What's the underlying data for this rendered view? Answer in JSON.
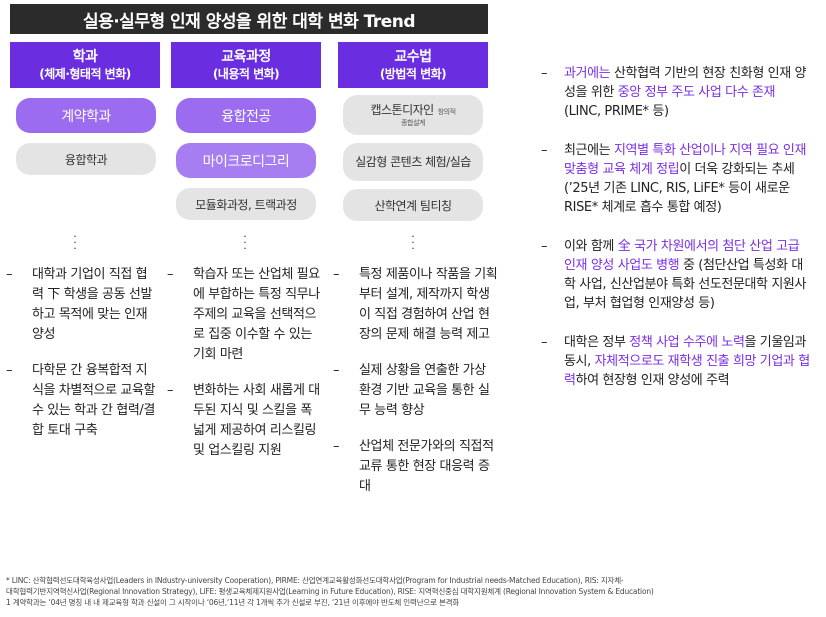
{
  "title": "실용·실무형 인재 양성을 위한 대학 변화 Trend",
  "columns": [
    {
      "header_main": "학과",
      "header_sub": "(체제·형태적 변화)",
      "pills": [
        "계약학과",
        "융합학과"
      ],
      "bullets": [
        "대학과 기업이 직접 협력 下 학생을 공동 선발하고 목적에 맞는 인재 양성",
        "다학문 간 융복합적 지식을 차별적으로 교육할 수 있는 학과 간 협력/결합 토대 구축"
      ]
    },
    {
      "header_main": "교육과정",
      "header_sub": "(내용적 변화)",
      "pills": [
        "융합전공",
        "마이크로디그리",
        "모듈화과정, 트랙과정"
      ],
      "bullets": [
        "학습자 또는 산업체 필요에 부합하는 특정 직무나 주제의 교육을 선택적으로 집중 이수할 수 있는 기회 마련",
        "변화하는 사회 새롭게 대두된 지식 및 스킬을 폭넓게 제공하여 리스킬링 및 업스킬링 지원"
      ]
    },
    {
      "header_main": "교수법",
      "header_sub": "(방법적 변화)",
      "pills": [
        {
          "text": "캡스톤디자인",
          "note_right": "창의적",
          "note_below": "종합설계"
        },
        "실감형 콘텐츠 체험/실습",
        "산학연계 팀티칭"
      ],
      "bullets": [
        "특정 제품이나 작품을 기획부터 설계, 제작까지 학생이 직접 경험하여 산업 현장의 문제 해결 능력 제고",
        "실제 상황을 연출한 가상 환경 기반 교육을 통한 실무 능력 향상",
        "산업체 전문가와의 직접적 교류 통한 현장 대응력 증대"
      ]
    }
  ],
  "right_items": [
    [
      {
        "t": "과거에는",
        "h": true
      },
      {
        "t": " 산학협력 기반의 현장 친화형 인재 양성을 위한 ",
        "h": false
      },
      {
        "t": "중앙 정부 주도 사업 다수 존재",
        "h": true
      },
      {
        "t": " (LINC, PRIME* 등)",
        "h": false
      }
    ],
    [
      {
        "t": "최근에는 ",
        "h": false
      },
      {
        "t": "지역별 특화 산업이나 지역 필요 인재 맞춤형 교육 체계 정립",
        "h": true
      },
      {
        "t": "이 더욱 강화되는 추세 (’25년 기존 LINC, RIS, LiFE* 등이 새로운 RISE* 체계로 흡수 통합 예정)",
        "h": false
      }
    ],
    [
      {
        "t": "이와 함께 ",
        "h": false
      },
      {
        "t": "全 국가 차원에서의 첨단 산업 고급 인재 양성 사업도 병행",
        "h": true
      },
      {
        "t": " 중 (첨단산업 특성화 대학 사업, 신산업분야 특화 선도전문대학 지원사업, 부처 협업형 인재양성 등)",
        "h": false
      }
    ],
    [
      {
        "t": "대학은 정부 ",
        "h": false
      },
      {
        "t": "정책 사업 수주에 노력",
        "h": true
      },
      {
        "t": "을 기울임과 동시, ",
        "h": false
      },
      {
        "t": "자체적으로도 재학생 진출 희망 기업과 협력",
        "h": true
      },
      {
        "t": "하여 현장형 인재 양성에 주력",
        "h": false
      }
    ]
  ],
  "footnote": [
    "* LINC: 산학협력선도대학육성사업(Leaders in INdustry-university Cooperation), PIRME: 산업연계교육활성화선도대학사업(Program for Industrial needs-Matched Education), RIS: 지자체-",
    "대학협력기반지역혁신사업(Regional Innovation Strategy), LiFE: 평생교육체제지원사업(Learning in Future Education), RISE: 지역혁신중심 대학지원체계 (Regional Innovation System & Education)",
    "1 계약학과는 ‘04년 명칭 내 내 제교육형 학과 신설이 그 시작이나 ‘06년,‘11년 각 1개씩 추가 신설로 부진, ‘21년 이후에야 반도체 인력난으로 본격화"
  ]
}
